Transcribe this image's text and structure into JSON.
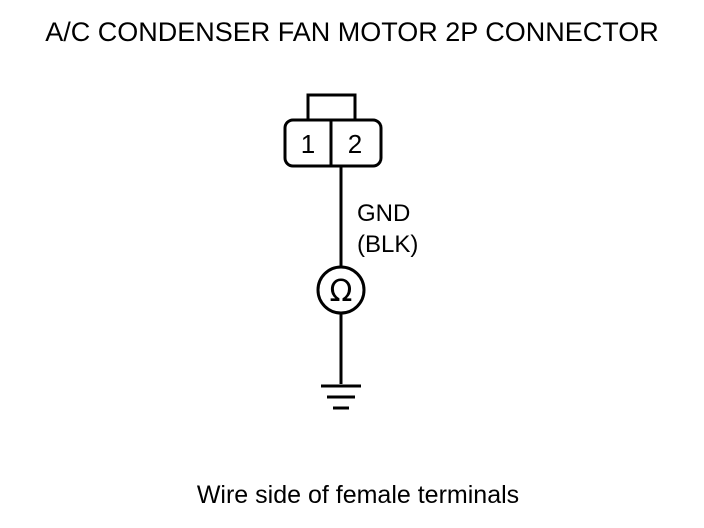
{
  "title": "A/C CONDENSER FAN MOTOR 2P CONNECTOR",
  "connector": {
    "pins": [
      "1",
      "2"
    ]
  },
  "wire": {
    "signal": "GND",
    "color": "(BLK)"
  },
  "meter": {
    "symbol": "Ω"
  },
  "caption": "Wire side of female terminals"
}
